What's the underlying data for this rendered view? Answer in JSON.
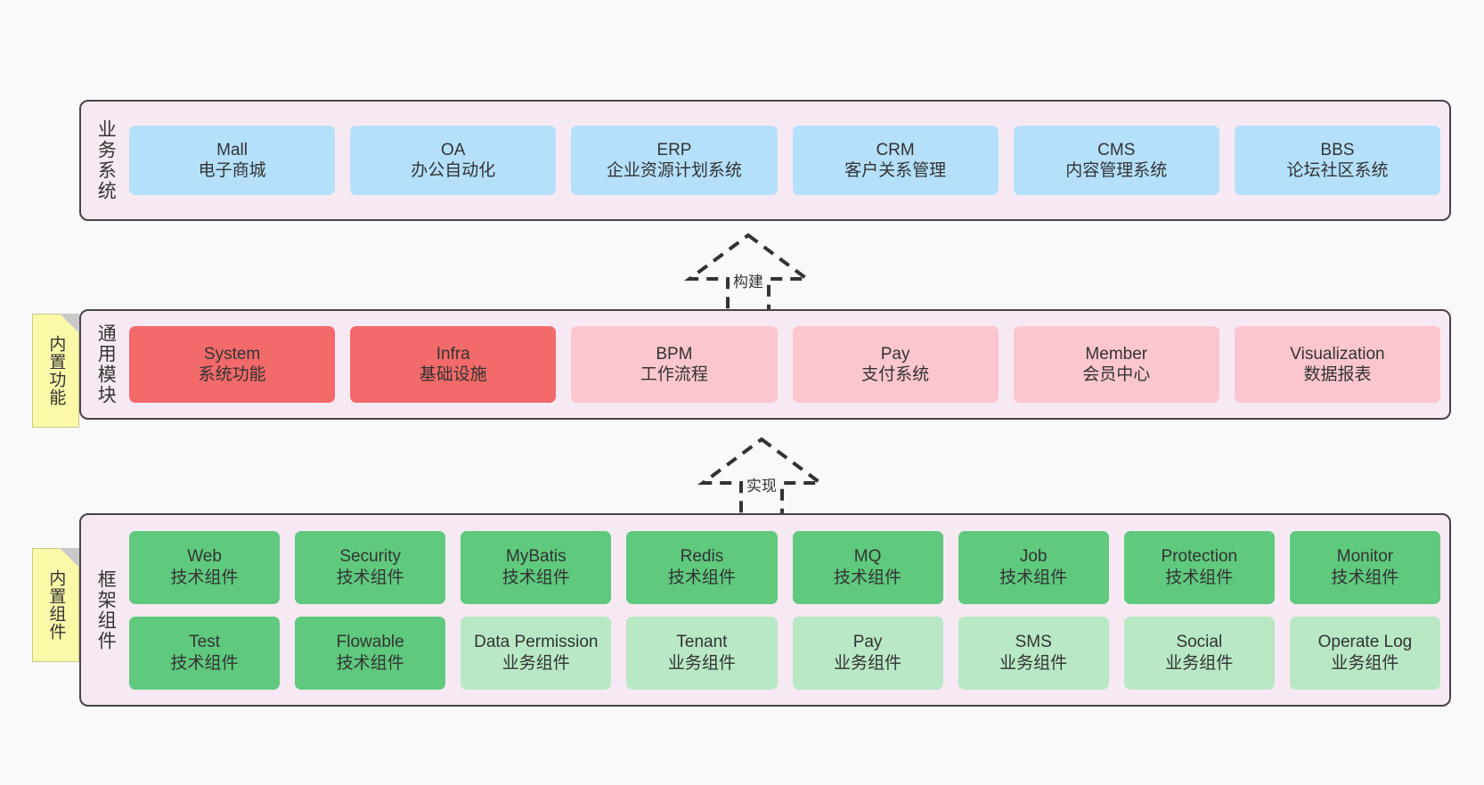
{
  "canvas": {
    "background": "#f9f9f9",
    "border_color": "#4a424a",
    "layer_background": "#f7e9f3",
    "note_background": "#fbf8a8"
  },
  "notes": [
    {
      "name": "builtin-features",
      "label": "内置功能"
    },
    {
      "name": "builtin-components",
      "label": "内置组件"
    }
  ],
  "connectors": [
    {
      "name": "build",
      "label": "构建",
      "style": "dashed-hollow-arrow",
      "direction": "up"
    },
    {
      "name": "implement",
      "label": "实现",
      "style": "dashed-hollow-arrow",
      "direction": "up"
    }
  ],
  "layers": [
    {
      "id": "business",
      "title": "业务系统",
      "color": "#b5e0fb",
      "rows": [
        [
          {
            "name": "Mall",
            "desc": "电子商城",
            "color": "blue"
          },
          {
            "name": "OA",
            "desc": "办公自动化",
            "color": "blue"
          },
          {
            "name": "ERP",
            "desc": "企业资源计划系统",
            "color": "blue"
          },
          {
            "name": "CRM",
            "desc": "客户关系管理",
            "color": "blue"
          },
          {
            "name": "CMS",
            "desc": "内容管理系统",
            "color": "blue"
          },
          {
            "name": "BBS",
            "desc": "论坛社区系统",
            "color": "blue"
          }
        ]
      ]
    },
    {
      "id": "modules",
      "title": "通用模块",
      "color": "#f26a6a",
      "rows": [
        [
          {
            "name": "System",
            "desc": "系统功能",
            "color": "red"
          },
          {
            "name": "Infra",
            "desc": "基础设施",
            "color": "red"
          },
          {
            "name": "BPM",
            "desc": "工作流程",
            "color": "pink"
          },
          {
            "name": "Pay",
            "desc": "支付系统",
            "color": "pink"
          },
          {
            "name": "Member",
            "desc": "会员中心",
            "color": "pink"
          },
          {
            "name": "Visualization",
            "desc": "数据报表",
            "color": "pink"
          }
        ]
      ]
    },
    {
      "id": "framework",
      "title": "框架组件",
      "color": "#5fc97e",
      "rows": [
        [
          {
            "name": "Web",
            "desc": "技术组件",
            "color": "green"
          },
          {
            "name": "Security",
            "desc": "技术组件",
            "color": "green"
          },
          {
            "name": "MyBatis",
            "desc": "技术组件",
            "color": "green"
          },
          {
            "name": "Redis",
            "desc": "技术组件",
            "color": "green"
          },
          {
            "name": "MQ",
            "desc": "技术组件",
            "color": "green"
          },
          {
            "name": "Job",
            "desc": "技术组件",
            "color": "green"
          },
          {
            "name": "Protection",
            "desc": "技术组件",
            "color": "green"
          },
          {
            "name": "Monitor",
            "desc": "技术组件",
            "color": "green"
          }
        ],
        [
          {
            "name": "Test",
            "desc": "技术组件",
            "color": "green"
          },
          {
            "name": "Flowable",
            "desc": "技术组件",
            "color": "green"
          },
          {
            "name": "Data Permission",
            "desc": "业务组件",
            "color": "lgreen"
          },
          {
            "name": "Tenant",
            "desc": "业务组件",
            "color": "lgreen"
          },
          {
            "name": "Pay",
            "desc": "业务组件",
            "color": "lgreen"
          },
          {
            "name": "SMS",
            "desc": "业务组件",
            "color": "lgreen"
          },
          {
            "name": "Social",
            "desc": "业务组件",
            "color": "lgreen"
          },
          {
            "name": "Operate Log",
            "desc": "业务组件",
            "color": "lgreen"
          }
        ]
      ]
    }
  ]
}
